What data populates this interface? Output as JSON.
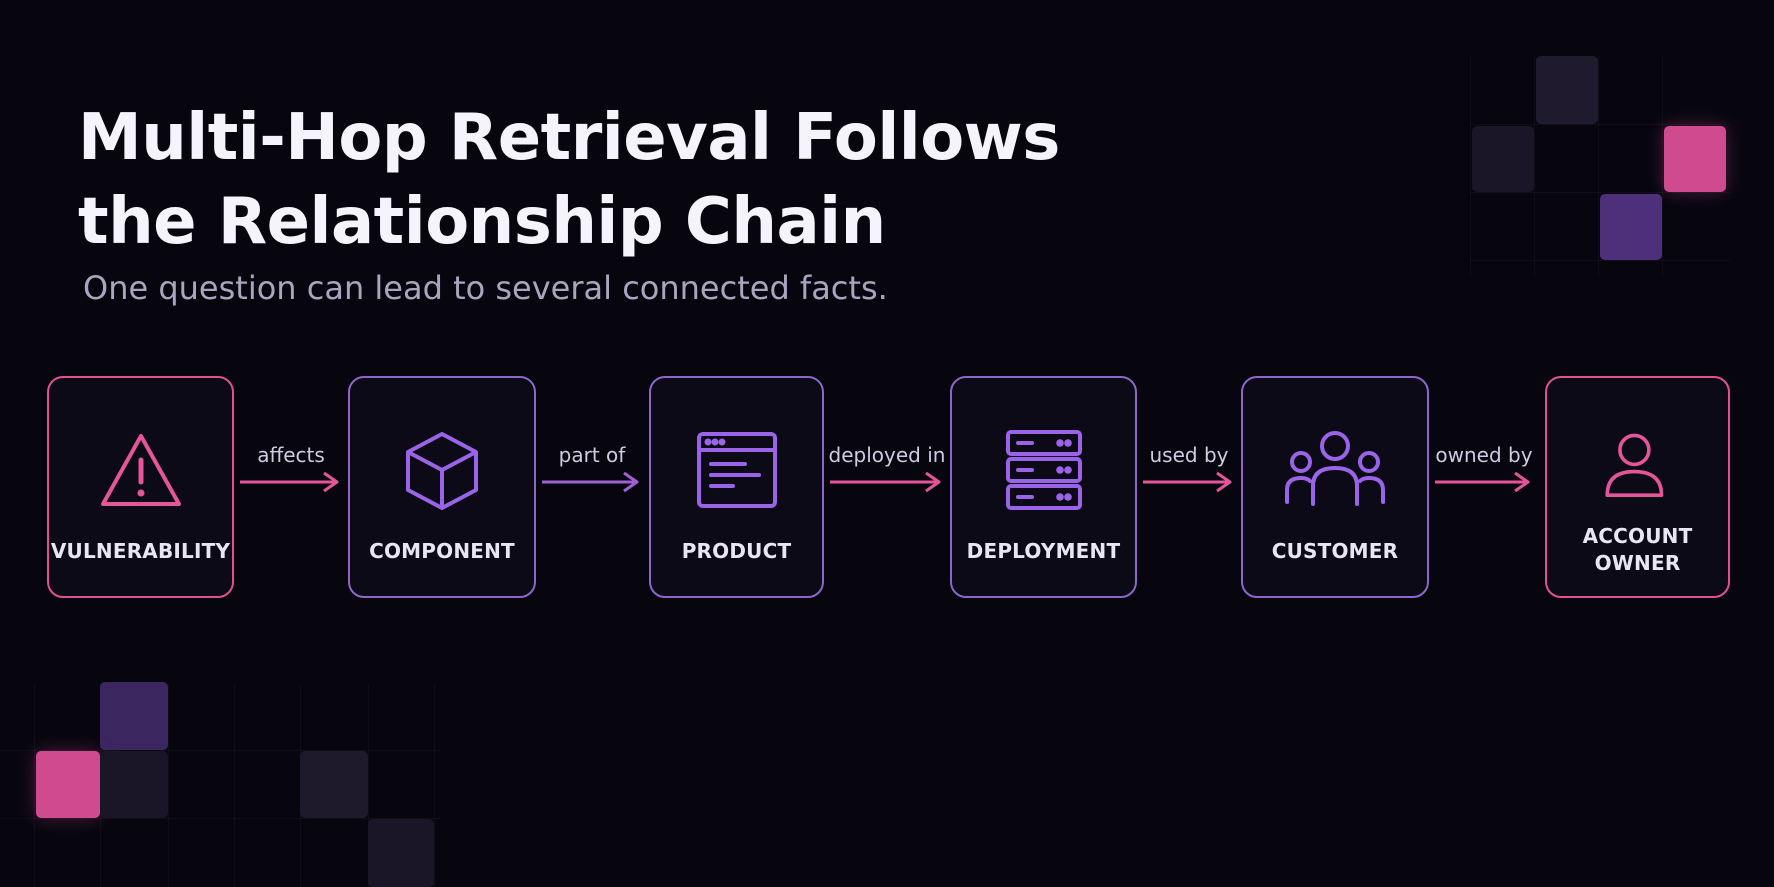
{
  "header": {
    "title_line1": "Multi-Hop Retrieval Follows",
    "title_line2": "the Relationship Chain",
    "subtitle": "One question can lead to several connected facts."
  },
  "nodes": [
    {
      "label": "VULNERABILITY",
      "icon": "warning-triangle-icon",
      "color": "#e4559a"
    },
    {
      "label": "COMPONENT",
      "icon": "cube-icon",
      "color": "#9b64e8"
    },
    {
      "label": "PRODUCT",
      "icon": "browser-window-icon",
      "color": "#9b64e8"
    },
    {
      "label": "DEPLOYMENT",
      "icon": "server-stack-icon",
      "color": "#9b64e8"
    },
    {
      "label": "CUSTOMER",
      "icon": "user-group-icon",
      "color": "#9b64e8"
    },
    {
      "label": "ACCOUNT\nOWNER",
      "icon": "user-icon",
      "color": "#e4559a"
    }
  ],
  "edges": [
    {
      "label": "affects",
      "color": "#e4559a"
    },
    {
      "label": "part of",
      "color": "#a35fd6"
    },
    {
      "label": "deployed in",
      "color": "#e4559a"
    },
    {
      "label": "used by",
      "color": "#e4559a"
    },
    {
      "label": "owned by",
      "color": "#e4559a"
    }
  ],
  "colors": {
    "background": "#07060f",
    "accent_pink": "#e4559a",
    "accent_purple": "#9b64e8"
  }
}
